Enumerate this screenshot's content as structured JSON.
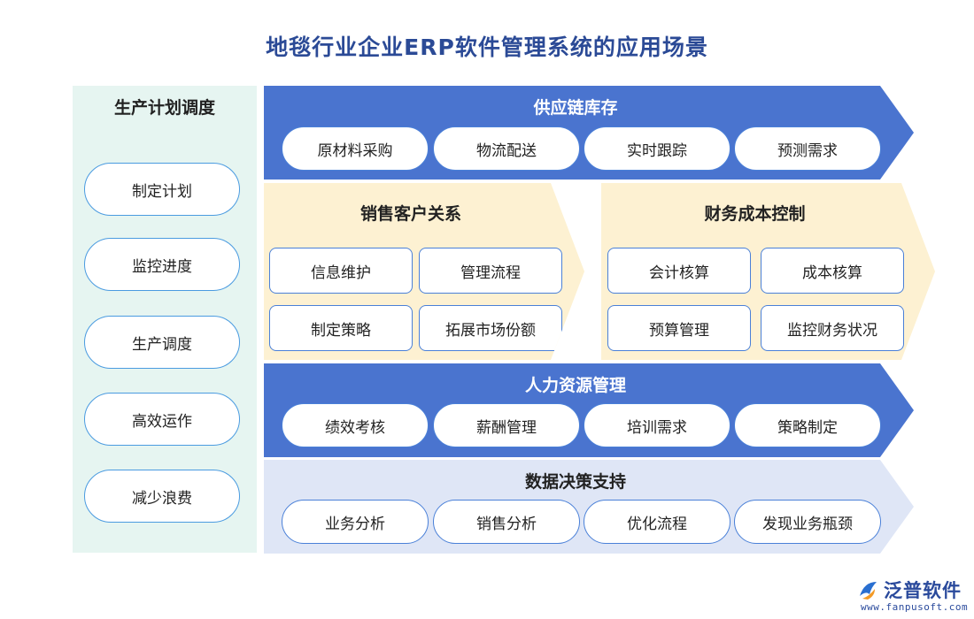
{
  "title": "地毯行业企业ERP软件管理系统的应用场景",
  "left": {
    "heading": "生产计划调度",
    "items": [
      "制定计划",
      "监控进度",
      "生产调度",
      "高效运作",
      "减少浪费"
    ]
  },
  "supply_chain": {
    "title": "供应链库存",
    "items": [
      "原材料采购",
      "物流配送",
      "实时跟踪",
      "预测需求"
    ]
  },
  "sales": {
    "title": "销售客户关系",
    "items": [
      "信息维护",
      "管理流程",
      "制定策略",
      "拓展市场份额"
    ]
  },
  "finance": {
    "title": "财务成本控制",
    "items": [
      "会计核算",
      "成本核算",
      "预算管理",
      "监控财务状况"
    ]
  },
  "hr": {
    "title": "人力资源管理",
    "items": [
      "绩效考核",
      "薪酬管理",
      "培训需求",
      "策略制定"
    ]
  },
  "data": {
    "title": "数据决策支持",
    "items": [
      "业务分析",
      "销售分析",
      "优化流程",
      "发现业务瓶颈"
    ]
  },
  "logo": {
    "name": "泛普软件",
    "url": "www.fanpusoft.com"
  },
  "colors": {
    "title": "#2b4a96",
    "blue_band": "#4a74cf",
    "light_band": "#dfe6f6",
    "cream_band": "#fdf1d2",
    "left_panel": "#e6f5f1",
    "border": "#4a80d8"
  }
}
